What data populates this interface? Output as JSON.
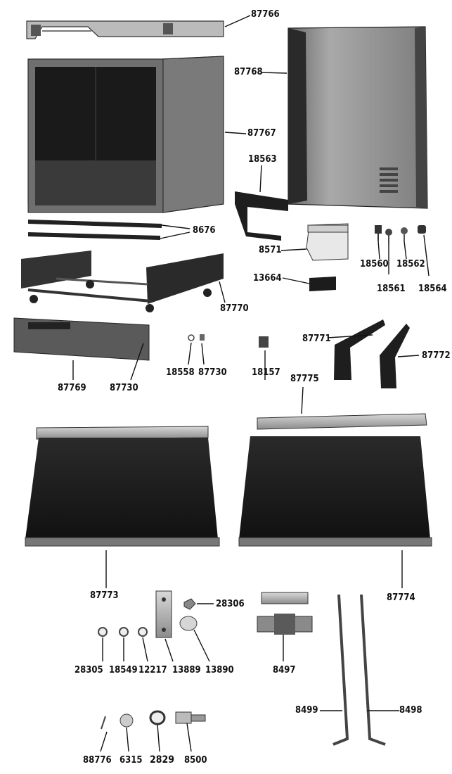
{
  "labels": {
    "p87766": "87766",
    "p87768": "87768",
    "p87767": "87767",
    "p18563": "18563",
    "p8676": "8676",
    "p8571": "8571",
    "p13664": "13664",
    "p18560": "18560",
    "p18561": "18561",
    "p18562": "18562",
    "p18564": "18564",
    "p87770": "87770",
    "p87769": "87769",
    "p87730a": "87730",
    "p18558": "18558",
    "p87730b": "87730",
    "p18157": "18157",
    "p87771": "87771",
    "p87772": "87772",
    "p87775": "87775",
    "p87773": "87773",
    "p87774": "87774",
    "p28306": "28306",
    "p28305": "28305",
    "p18549": "18549",
    "p12217": "12217",
    "p13889": "13889",
    "p13890": "13890",
    "p8497": "8497",
    "p8499": "8499",
    "p8498": "8498",
    "p88776": "88776",
    "p6315": "6315",
    "p2829": "2829",
    "p8500": "8500"
  },
  "colors": {
    "panel_dark": "#1c1c1c",
    "panel_mid": "#555555",
    "panel_light": "#9a9a9a",
    "leader": "#111111"
  }
}
